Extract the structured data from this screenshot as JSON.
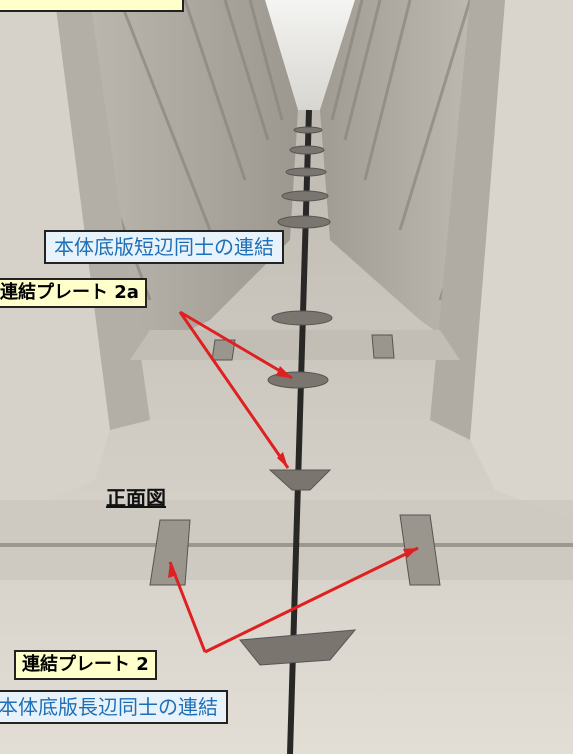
{
  "photo": {
    "description_icon": "bridge-underside-photo"
  },
  "labels": {
    "short_side_connection": "本体底版短辺同士の連結",
    "plate_2a": "連結プレート 2a",
    "front_view": "正面図",
    "plate_2": "連結プレート 2",
    "long_side_connection": "本体底版長辺同士の連結"
  },
  "colors": {
    "arrow": "#e02020",
    "label_blue_text": "#1f6fb6",
    "label_yellow_bg": "#ffffcc"
  }
}
